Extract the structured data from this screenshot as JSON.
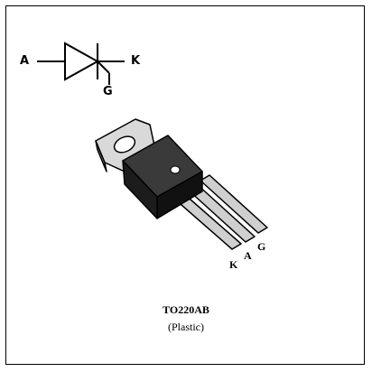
{
  "symbol": {
    "anode_label": "A",
    "cathode_label": "K",
    "gate_label": "G"
  },
  "package": {
    "pin_labels": [
      "K",
      "A",
      "G"
    ],
    "name": "TO220AB",
    "material": "(Plastic)"
  }
}
